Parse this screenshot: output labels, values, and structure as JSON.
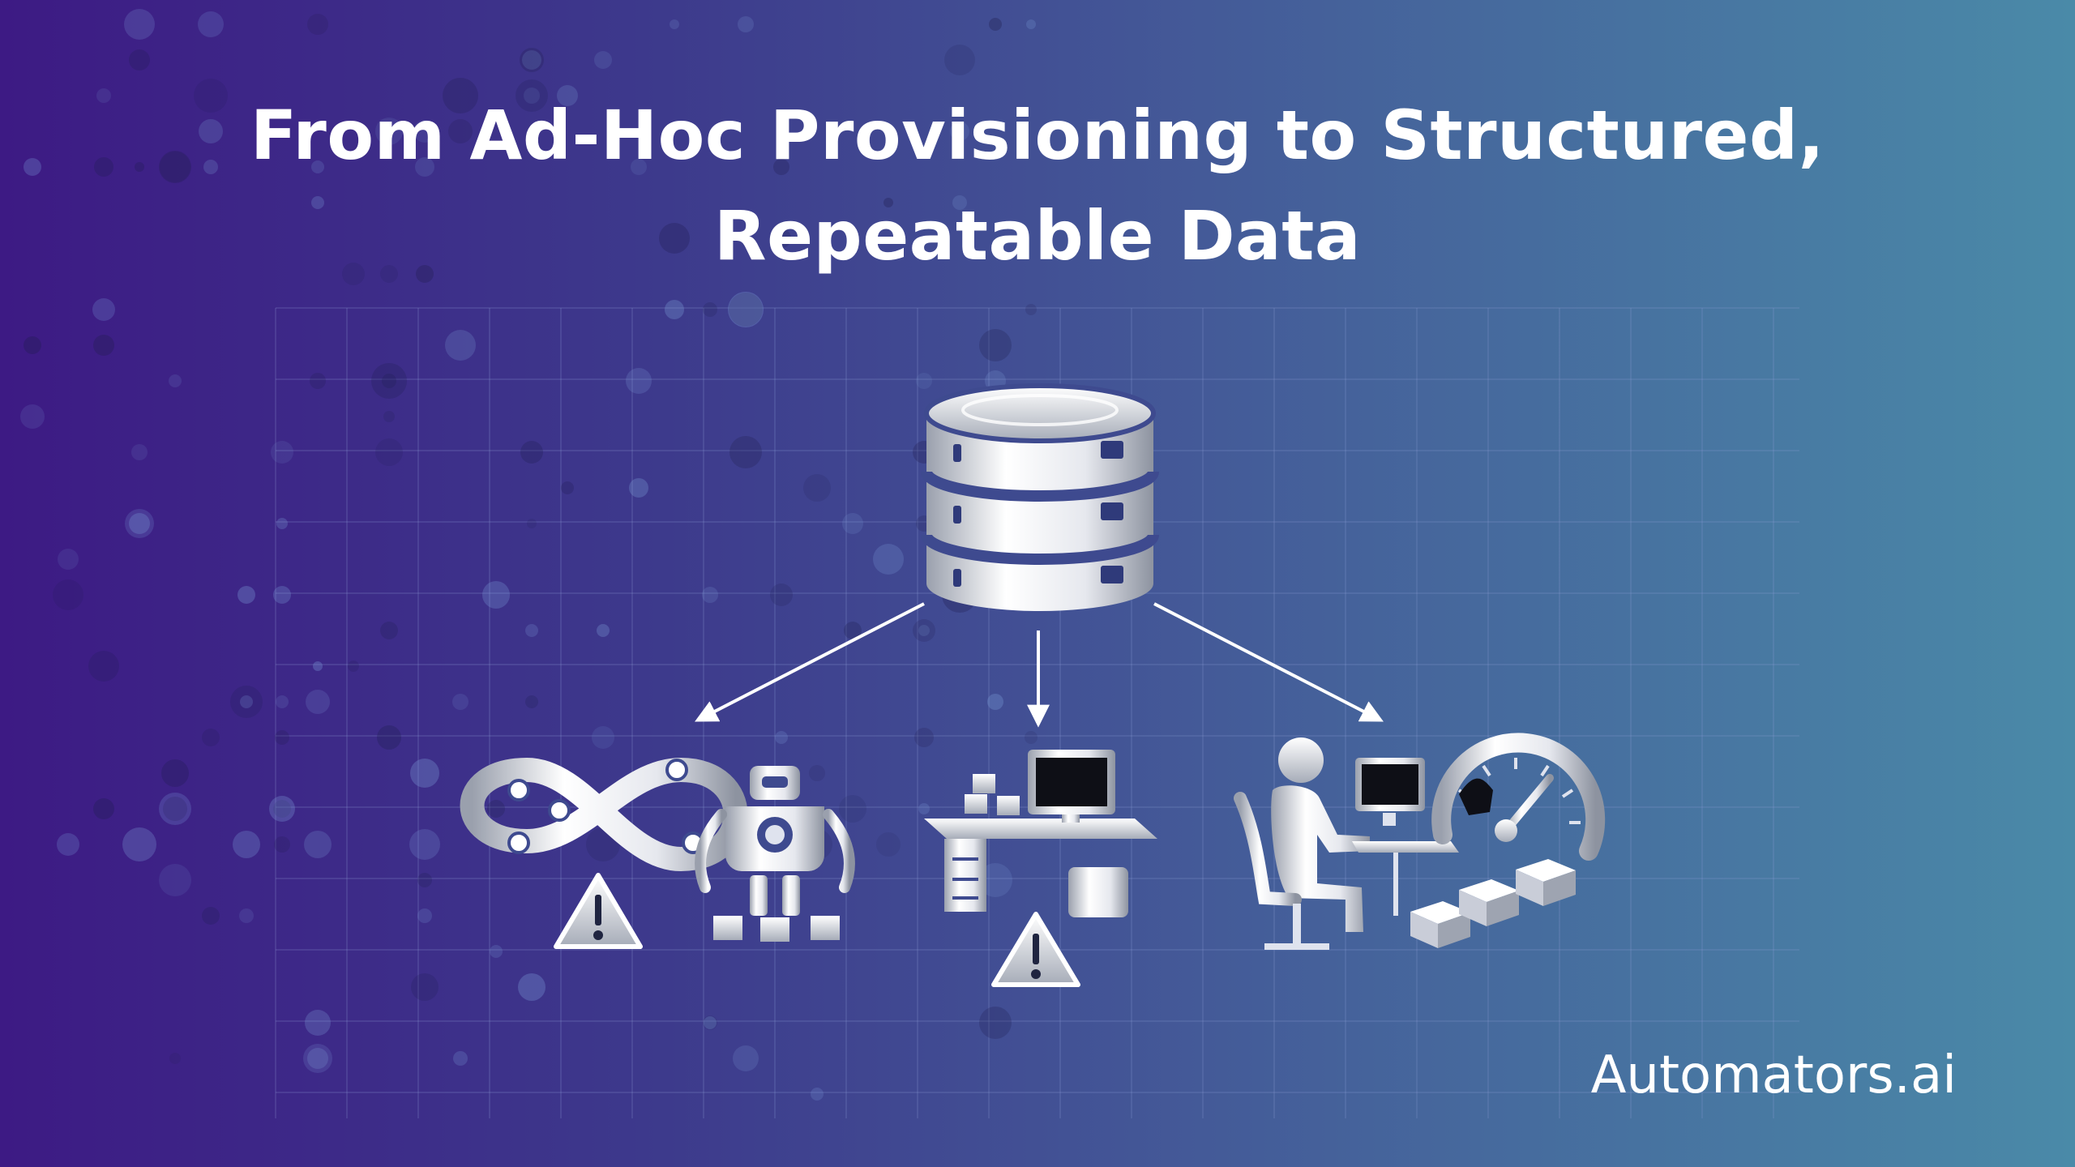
{
  "title": {
    "line1": "From Ad-Hoc Provisioning to Structured,",
    "line2": "Repeatable Data"
  },
  "brand": "Automators.ai",
  "colors": {
    "gradient_start": "#3d1a84",
    "gradient_end": "#4a8aa8",
    "text": "#ffffff",
    "icon_fill": "#eef0f6"
  },
  "icons": [
    "database-icon",
    "infinity-cycle-icon",
    "robot-icon",
    "warning-icon",
    "desk-computer-icon",
    "person-at-computer-icon",
    "speedometer-icon",
    "package-boxes-icon"
  ]
}
